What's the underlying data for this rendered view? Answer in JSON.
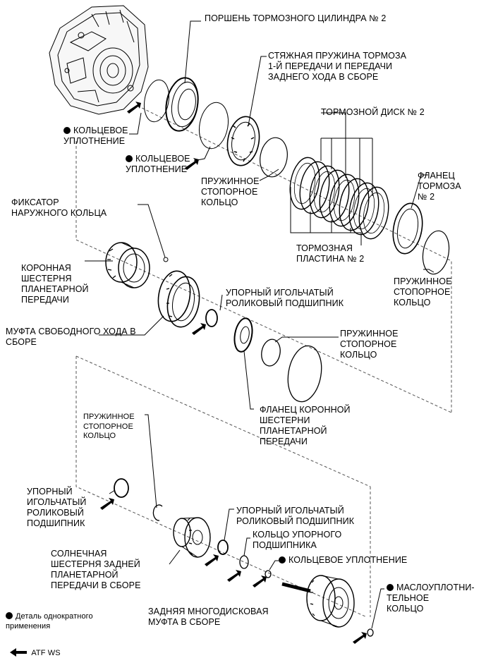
{
  "labels": {
    "piston": "ПОРШЕНЬ ТОРМОЗНОГО ЦИЛИНДРА № 2",
    "spring_assy": "СТЯЖНАЯ ПРУЖИНА ТОРМОЗА\n1-Й ПЕРЕДАЧИ И ПЕРЕДАЧИ\nЗАДНЕГО ХОДА В СБОРЕ",
    "oring1": "КОЛЬЦЕВОЕ\nУПЛОТНЕНИЕ",
    "oring2": "КОЛЬЦЕВОЕ\nУПЛОТНЕНИЕ",
    "brake_disc": "ТОРМОЗНОЙ ДИСК № 2",
    "snap_ring1": "ПРУЖИННОЕ\nСТОПОРНОЕ\nКОЛЬЦО",
    "brake_flange": "ФЛАНЕЦ\nТОРМОЗА\n№ 2",
    "outer_race_retainer": "ФИКСАТОР\nНАРУЖНОГО КОЛЬЦА",
    "brake_plate": "ТОРМОЗНАЯ\nПЛАСТИНА № 2",
    "snap_ring2": "ПРУЖИННОЕ\nСТОПОРНОЕ\nКОЛЬЦО",
    "ring_gear": "КОРОННАЯ\nШЕСТЕРНЯ\nПЛАНЕТАРНОЙ\nПЕРЕДАЧИ",
    "thrust_bearing1": "УПОРНЫЙ ИГОЛЬЧАТЫЙ\nРОЛИКОВЫЙ ПОДШИПНИК",
    "one_way_clutch": "МУФТА СВОБОДНОГО ХОДА В\nСБОРЕ",
    "snap_ring3": "ПРУЖИННОЕ\nСТОПОРНОЕ\nКОЛЬЦО",
    "ring_gear_flange": "ФЛАНЕЦ КОРОННОЙ\nШЕСТЕРНИ\nПЛАНЕТАРНОЙ\nПЕРЕДАЧИ",
    "snap_ring4": "ПРУЖИННОЕ\nСТОПОРНОЕ\nКОЛЬЦО",
    "thrust_bearing2": "УПОРНЫЙ\nИГОЛЬЧАТЫЙ\nРОЛИКОВЫЙ\nПОДШИПНИК",
    "thrust_bearing3": "УПОРНЫЙ ИГОЛЬЧАТЫЙ\nРОЛИКОВЫЙ ПОДШИПНИК",
    "bearing_race": "КОЛЬЦО УПОРНОГО\nПОДШИПНИКА",
    "oring3": "КОЛЬЦЕВОЕ УПЛОТНЕНИЕ",
    "sun_gear": "СОЛНЕЧНАЯ\nШЕСТЕРНЯ ЗАДНЕЙ\nПЛАНЕТАРНОЙ\nПЕРЕДАЧИ В СБОРЕ",
    "oil_seal": "МАСЛОУПЛОТНИ-\nТЕЛЬНОЕ\nКОЛЬЦО",
    "rear_clutch": "ЗАДНЯЯ МНОГОДИСКОВАЯ\nМУФТА В СБОРЕ"
  },
  "legend": {
    "non_reusable": "Деталь однократного\nприменения",
    "atf": "ATF WS"
  }
}
